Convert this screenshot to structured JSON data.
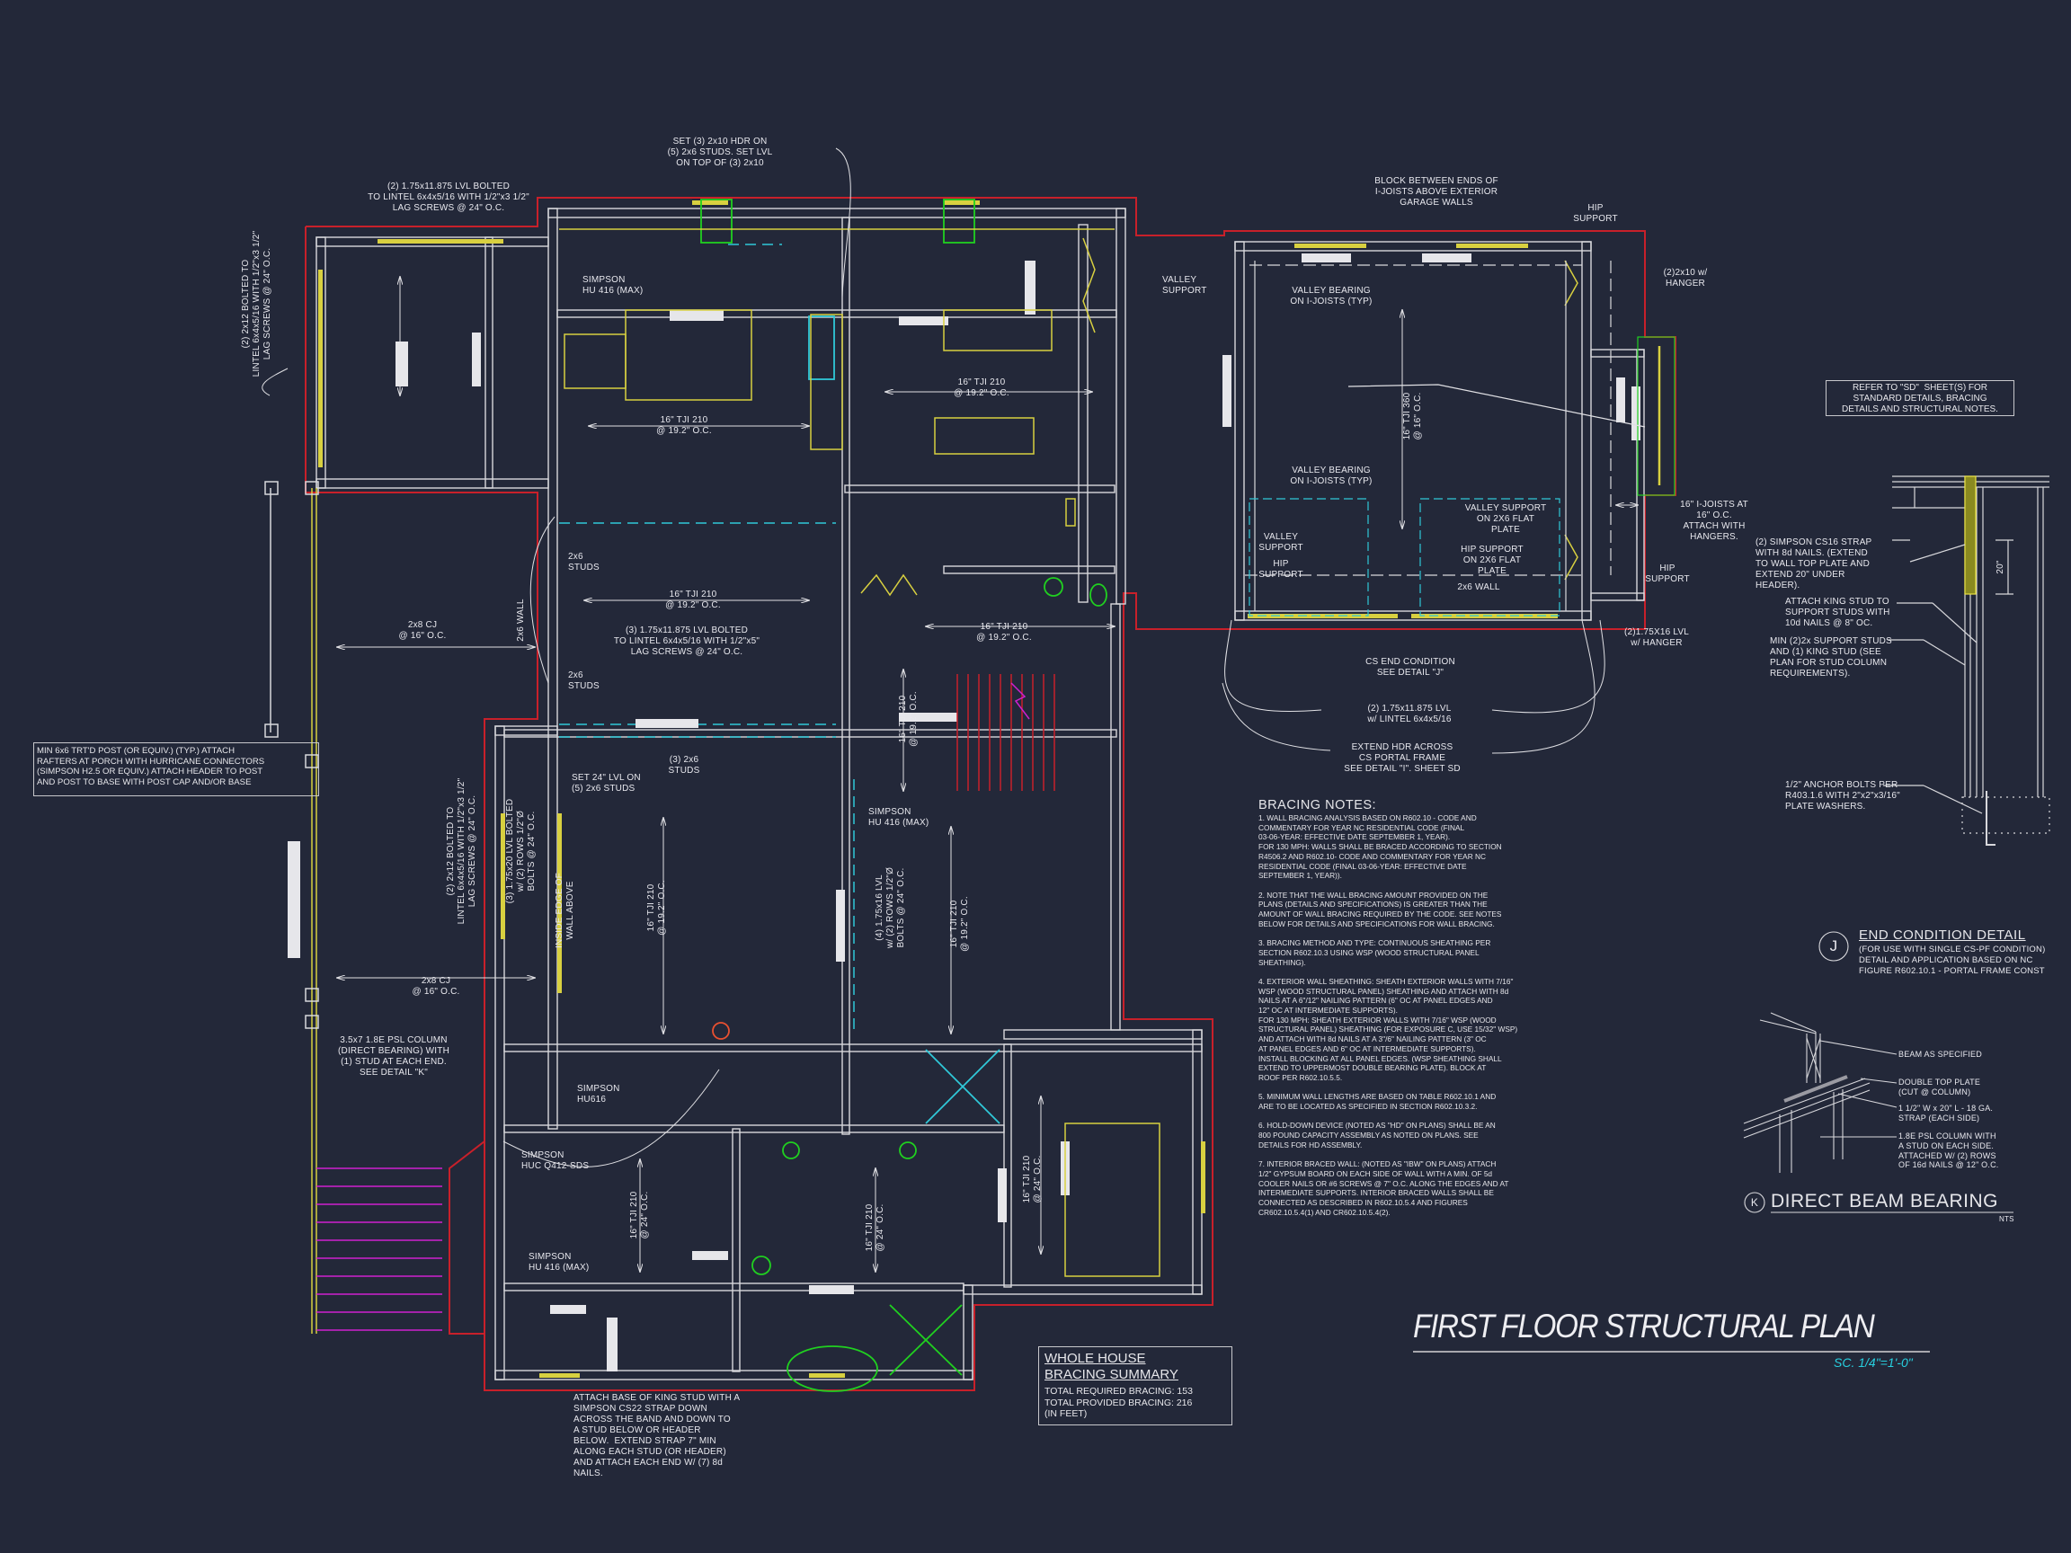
{
  "title": "FIRST FLOOR STRUCTURAL PLAN",
  "scale": "SC. 1/4\"=1'-0\"",
  "colors": {
    "background": "#232839",
    "walls": "#d8d8dc",
    "exterior_sheathing": "#c8202a",
    "headers": "#d8d040",
    "dashed_beams": "#30c8d8",
    "fixtures": "#20d020",
    "stairs": "#d020d0"
  },
  "bracing_summary": {
    "heading_1": "WHOLE HOUSE",
    "heading_2": "BRACING SUMMARY",
    "required": "TOTAL REQUIRED BRACING: 153",
    "provided": "TOTAL PROVIDED BRACING: 216",
    "units": "(IN FEET)"
  },
  "bracing_notes": {
    "heading": "BRACING NOTES:",
    "notes": [
      "1. WALL BRACING ANALYSIS BASED ON R602.10 - CODE AND\nCOMMENTARY FOR YEAR NC RESIDENTIAL CODE (FINAL\n03-06-YEAR: EFFECTIVE DATE SEPTEMBER 1, YEAR).\nFOR 130 MPH: WALLS SHALL BE BRACED ACCORDING TO SECTION\nR4506.2 AND R602.10- CODE AND COMMENTARY FOR YEAR NC\nRESIDENTIAL CODE (FINAL 03-06-YEAR: EFFECTIVE DATE\nSEPTEMBER 1, YEAR)).",
      "2. NOTE THAT THE WALL BRACING AMOUNT PROVIDED ON THE\nPLANS (DETAILS AND SPECIFICATIONS) IS GREATER THAN THE\nAMOUNT OF WALL BRACING REQUIRED BY THE CODE. SEE NOTES\nBELOW FOR DETAILS AND SPECIFICATIONS FOR WALL BRACING.",
      "3. BRACING METHOD AND TYPE: CONTINUOUS SHEATHING PER\nSECTION R602.10.3 USING WSP (WOOD STRUCTURAL PANEL\nSHEATHING).",
      "4. EXTERIOR WALL SHEATHING: SHEATH EXTERIOR WALLS WITH 7/16\"\nWSP (WOOD STRUCTURAL PANEL) SHEATHING AND ATTACH WITH 8d\nNAILS AT A 6\"/12\" NAILING PATTERN (6\" OC AT PANEL EDGES AND\n12\" OC AT INTERMEDIATE SUPPORTS).\nFOR 130 MPH: SHEATH EXTERIOR WALLS WITH 7/16\" WSP (WOOD\nSTRUCTURAL PANEL) SHEATHING (FOR EXPOSURE C, USE 15/32\" WSP)\nAND ATTACH WITH 8d NAILS AT A 3\"/6\" NAILING PATTERN (3\" OC\nAT PANEL EDGES AND 6\" OC AT INTERMEDIATE SUPPORTS).\nINSTALL BLOCKING AT ALL PANEL EDGES. (WSP SHEATHING SHALL\nEXTEND TO UPPERMOST DOUBLE BEARING PLATE). BLOCK AT\nROOF PER R602.10.5.5.",
      "5. MINIMUM WALL LENGTHS ARE BASED ON TABLE R602.10.1 AND\nARE TO BE LOCATED AS SPECIFIED IN SECTION R602.10.3.2.",
      "6. HOLD-DOWN DEVICE (NOTED AS \"HD\" ON PLANS) SHALL BE AN\n800 POUND CAPACITY ASSEMBLY AS NOTED ON PLANS. SEE\nDETAILS FOR HD ASSEMBLY.",
      "7. INTERIOR BRACED WALL: (NOTED AS \"IBW\" ON PLANS) ATTACH\n1/2\" GYPSUM BOARD ON EACH SIDE OF WALL WITH A MIN. OF 5d\nCOOLER NAILS OR #6 SCREWS @ 7\" O.C. ALONG THE EDGES AND AT\nINTERMEDIATE SUPPORTS. INTERIOR BRACED WALLS SHALL BE\nCONNECTED AS DESCRIBED IN R602.10.5.4 AND FIGURES\nCR602.10.5.4(1) AND CR602.10.5.4(2)."
    ]
  },
  "refer_note": "REFER TO \"SD\"  SHEET(S) FOR\nSTANDARD DETAILS, BRACING\nDETAILS AND STRUCTURAL NOTES.",
  "post_note": "MIN 6x6 TRT'D POST (OR EQUIV.) (TYP.) ATTACH\nRAFTERS AT PORCH WITH HURRICANE CONNECTORS\n(SIMPSON H2.5 OR EQUIV.) ATTACH HEADER TO POST\nAND POST TO BASE WITH POST CAP AND/OR BASE",
  "plan_labels": [
    "(2) 1.75x11.875 LVL BOLTED\nTO LINTEL 6x4x5/16 WITH 1/2\"x3 1/2\"\nLAG SCREWS @ 24\" O.C.",
    "SET (3) 2x10 HDR ON\n(5) 2x6 STUDS. SET LVL\nON TOP OF (3) 2x10",
    "(2) 2x12 BOLTED TO\nLINTEL 6x4x5/16 WITH 1/2\"x3 1/2\"\nLAG SCREWS @ 24\" O.C.",
    "SIMPSON\nHU 416 (MAX)",
    "16\" TJI 210\n@ 19.2\" O.C.",
    "16\" TJI 210\n@ 19.2\" O.C.",
    "VALLEY\nSUPPORT",
    "BLOCK BETWEEN ENDS OF\nI-JOISTS ABOVE EXTERIOR\nGARAGE WALLS",
    "HIP\nSUPPORT",
    "(2)2x10 w/\nHANGER",
    "VALLEY BEARING\nON I-JOISTS (TYP)",
    "16\" TJI 360\n@ 16\" O.C.",
    "VALLEY BEARING\nON I-JOISTS (TYP)",
    "VALLEY\nSUPPORT",
    "HIP\nSUPPORT",
    "VALLEY SUPPORT\nON 2X6 FLAT\nPLATE",
    "HIP SUPPORT\nON 2X6 FLAT\nPLATE",
    "2x6 WALL",
    "16\" I-JOISTS AT\n16\" O.C.\nATTACH WITH\nHANGERS.",
    "HIP\nSUPPORT",
    "(2)1.75X16 LVL\nw/ HANGER",
    "CS END CONDITION\nSEE DETAIL \"J\"",
    "(2) 1.75x11.875 LVL\nw/ LINTEL 6x4x5/16",
    "EXTEND HDR ACROSS\nCS PORTAL FRAME\nSEE DETAIL \"I\". SHEET SD",
    "2x6\nSTUDS",
    "2x6\nSTUDS",
    "16\" TJI 210\n@ 19.2\" O.C.",
    "(3) 1.75x11.875 LVL BOLTED\nTO LINTEL 6x4x5/16 WITH 1/2\"x5\"\nLAG SCREWS @ 24\" O.C.",
    "16\" TJI 210\n@ 19.2\" O.C.",
    "16\" TJI 210\n@ 19.2\" O.C.",
    "2x6 WALL",
    "2x8 CJ\n@ 16\" O.C.",
    "SET 24\" LVL ON\n(5) 2x6 STUDS",
    "(3) 2x6\nSTUDS",
    "SIMPSON\nHU 416 (MAX)",
    "(2) 2x12 BOLTED TO\nLINTEL 6x4x5/16 WITH 1/2\"x3 1/2\"\nLAG SCREWS @ 24\" O.C.",
    "(3) 1.75x20 LVL BOLTED\nw/ (2) ROWS 1/2\"Ø\nBOLTS @ 24\" O.C.",
    "INSIDE EDGE OF\nWALL ABOVE",
    "16\" TJI 210\n@ 19.2\" O.C.",
    "(4) 1.75x16 LVL\nw/ (2) ROWS 1/2\"Ø\nBOLTS @ 24\" O.C.",
    "16\" TJI 210\n@ 19.2\" O.C.",
    "2x8 CJ\n@ 16\" O.C.",
    "3.5x7 1.8E PSL COLUMN\n(DIRECT BEARING) WITH\n(1) STUD AT EACH END.\nSEE DETAIL \"K\"",
    "SIMPSON\nHU616",
    "SIMPSON\nHUC Q412-SDS",
    "16\" TJI 210\n@ 24\" O.C.",
    "SIMPSON\nHU 416 (MAX)",
    "16\" TJI 210\n@ 24\" O.C.",
    "16\" TJI 210\n@ 24\" O.C.",
    "ATTACH BASE OF KING STUD WITH A\nSIMPSON CS22 STRAP DOWN\nACROSS THE BAND AND DOWN TO\nA STUD BELOW OR HEADER\nBELOW.  EXTEND STRAP 7\" MIN\nALONG EACH STUD (OR HEADER)\nAND ATTACH EACH END W/ (7) 8d\nNAILS."
  ],
  "wall_section_detail": {
    "strap": "(2) SIMPSON CS16 STRAP\nWITH 8d NAILS. (EXTEND\nTO WALL TOP PLATE AND\nEXTEND 20\" UNDER\nHEADER).",
    "king_stud": "ATTACH KING STUD TO\nSUPPORT STUDS WITH\n10d NAILS @ 8\" OC.",
    "support_studs": "MIN (2)2x SUPPORT STUDS\nAND (1) KING STUD (SEE\nPLAN FOR STUD COLUMN\nREQUIREMENTS).",
    "anchor_bolts": "1/2\" ANCHOR BOLTS PER\nR403.1.6 WITH 2\"x2\"x3/16\"\nPLATE WASHERS.",
    "dimension": "20\""
  },
  "end_condition_detail": {
    "tag": "J",
    "title": "END CONDITION DETAIL",
    "lines": "(FOR USE WITH SINGLE CS-PF CONDITION)\nDETAIL AND APPLICATION BASED ON NC\nFIGURE R602.10.1 - PORTAL FRAME CONST"
  },
  "direct_beam_bearing": {
    "tag": "K",
    "title": "DIRECT BEAM BEARING",
    "nts": "NTS",
    "beam": "BEAM AS SPECIFIED",
    "top_plate": "DOUBLE TOP PLATE\n(CUT @ COLUMN)",
    "strap": "1 1/2\" W x 20\" L - 18 GA.\nSTRAP (EACH SIDE)",
    "column": "1.8E PSL COLUMN WITH\nA STUD ON EACH SIDE.\nATTACHED W/ (2) ROWS\nOF 16d NAILS @ 12\" O.C."
  }
}
